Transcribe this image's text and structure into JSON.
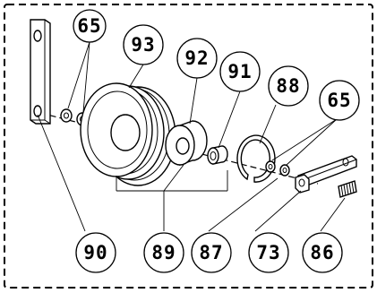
{
  "diagram": {
    "callouts_top": [
      "65",
      "93",
      "92",
      "91",
      "88",
      "65"
    ],
    "callouts_bottom": [
      "90",
      "89",
      "87",
      "73",
      "86"
    ]
  }
}
